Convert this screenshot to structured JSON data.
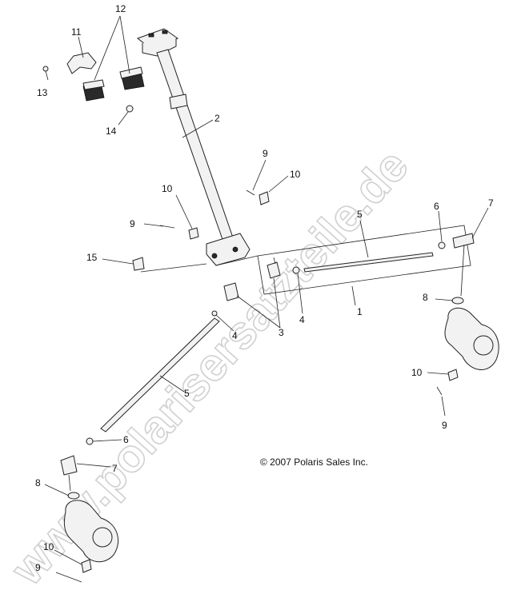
{
  "watermark": "www.polarisersatzteile.de",
  "copyright": "© 2007 Polaris Sales Inc.",
  "colors": {
    "line": "#222222",
    "part_fill": "#f2f2f2",
    "watermark": "#d8d8d8"
  },
  "callouts": [
    "1",
    "2",
    "3",
    "4",
    "5",
    "6",
    "7",
    "8",
    "9",
    "10",
    "11",
    "12",
    "13",
    "14",
    "15"
  ],
  "labels": {
    "c12": "12",
    "c11": "11",
    "c13": "13",
    "c14": "14",
    "c2": "2",
    "c9a": "9",
    "c10a": "10",
    "c10b": "10",
    "c9b": "9",
    "c15": "15",
    "c5a": "5",
    "c6a": "6",
    "c7a": "7",
    "c4a": "4",
    "c1": "1",
    "c3": "3",
    "c4b": "4",
    "c8a": "8",
    "c10c": "10",
    "c9c": "9",
    "c5b": "5",
    "c6b": "6",
    "c7b": "7",
    "c8b": "8",
    "c10d": "10",
    "c9d": "9"
  }
}
